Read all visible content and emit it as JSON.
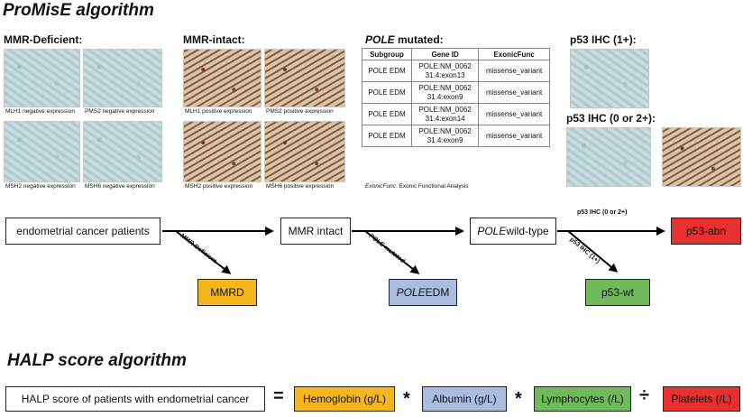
{
  "titles": {
    "promise": "ProMisE algorithm",
    "halp": "HALP score algorithm"
  },
  "sections": {
    "mmr_deficient": "MMR-Deficient:",
    "mmr_intact": "MMR-intact:",
    "pole_mutated_italic": "POLE",
    "pole_mutated_rest": " mutated:",
    "p53_1": "p53 IHC (1+):",
    "p53_0_2": "p53 IHC (0 or 2+):"
  },
  "captions": {
    "mlh1_neg": "MLH1 negative expression",
    "pms2_neg": "PMS2 negative expression",
    "msh2_neg": "MSH2 negative expression",
    "msh6_neg": "MSH6 negative expression",
    "mlh1_pos": "MLH1 positive expression",
    "pms2_pos": "PMS2 positive expression",
    "msh2_pos": "MSH2 positive expression",
    "msh6_pos": "MSH6 positive expression"
  },
  "pole_table": {
    "headers": [
      "Subgroup",
      "Gene ID",
      "ExonicFunc"
    ],
    "rows": [
      {
        "subgroup": "POLE EDM",
        "gene1": "POLE:NM_0062",
        "gene2": "31.4:exon13",
        "func": "missense_variant"
      },
      {
        "subgroup": "POLE EDM",
        "gene1": "POLE:NM_0062",
        "gene2": "31.4:exon9",
        "func": "missense_variant"
      },
      {
        "subgroup": "POLE EDM",
        "gene1": "POLE:NM_0062",
        "gene2": "31.4:exon14",
        "func": "missense_variant"
      },
      {
        "subgroup": "POLE EDM",
        "gene1": "POLE:NM_0062",
        "gene2": "31.4:exon9",
        "func": "missense_variant"
      }
    ],
    "footnote_italic": "ExonicFunc",
    "footnote_rest": ": Exonic Functional Analysis"
  },
  "flow": {
    "patients": "endometrial cancer patients",
    "mmr_intact": "MMR intact",
    "pole_wt_italic": "POLE",
    "pole_wt_rest": " wild-type",
    "p53_abn": "p53-abn",
    "mmrd": "MMRD",
    "pole_edm_italic": "POLE",
    "pole_edm_rest": " EDM",
    "p53_wt": "p53-wt",
    "label_mmr_def": "MMR-Deficient",
    "label_pole_mut": "POLE mutated",
    "label_p53_02": "p53 IHC (0 or 2+)",
    "label_p53_1": "p53 IHC (1+)"
  },
  "halp": {
    "patients": "HALP score of patients with endometrial cancer",
    "equals": "=",
    "hemoglobin": "Hemoglobin (g/L)",
    "times1": "*",
    "albumin": "Albumin (g/L)",
    "times2": "*",
    "lymphocytes": "Lymphocytes (/L)",
    "divide": "÷",
    "platelets": "Platelets (/L)"
  },
  "colors": {
    "yellow": "#f5b71d",
    "blue": "#a9bde0",
    "green": "#6fba5a",
    "red": "#e8302e"
  }
}
